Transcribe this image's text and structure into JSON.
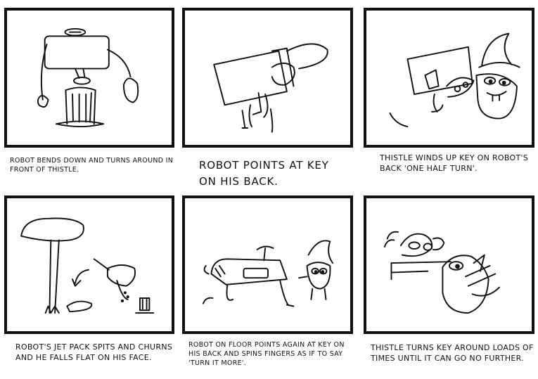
{
  "storyboard": {
    "panels": [
      {
        "caption": "Robot bends down and turns around in front of Thistle."
      },
      {
        "caption": "Robot points at key on his back."
      },
      {
        "caption": "Thistle winds up key on robot's back 'one half turn'."
      },
      {
        "caption": "Robot's jet pack spits and churns and he falls flat on his face."
      },
      {
        "caption": "Robot on floor points again at key on his back and spins fingers as if to say 'turn it more'."
      },
      {
        "caption": "Thistle turns key around loads of times until it can go no further."
      }
    ]
  }
}
